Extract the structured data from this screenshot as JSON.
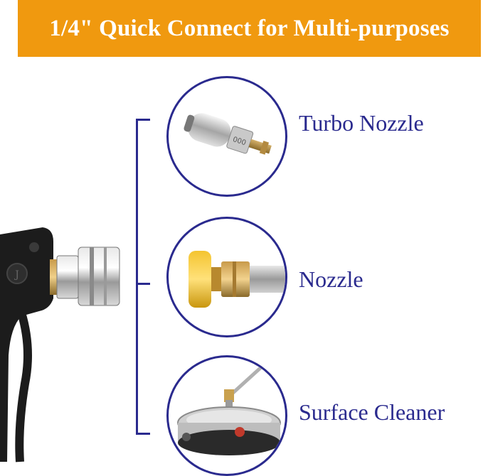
{
  "banner": {
    "title": "1/4\" Quick Connect for Multi-purposes"
  },
  "items": [
    {
      "label": "Turbo Nozzle",
      "icon": "turbo-nozzle"
    },
    {
      "label": "Nozzle",
      "icon": "quick-nozzle"
    },
    {
      "label": "Surface Cleaner",
      "icon": "surface-cleaner"
    }
  ],
  "colors": {
    "banner": "#f0990f",
    "accent": "#2a2a8e",
    "banner_text": "#ffffff"
  }
}
